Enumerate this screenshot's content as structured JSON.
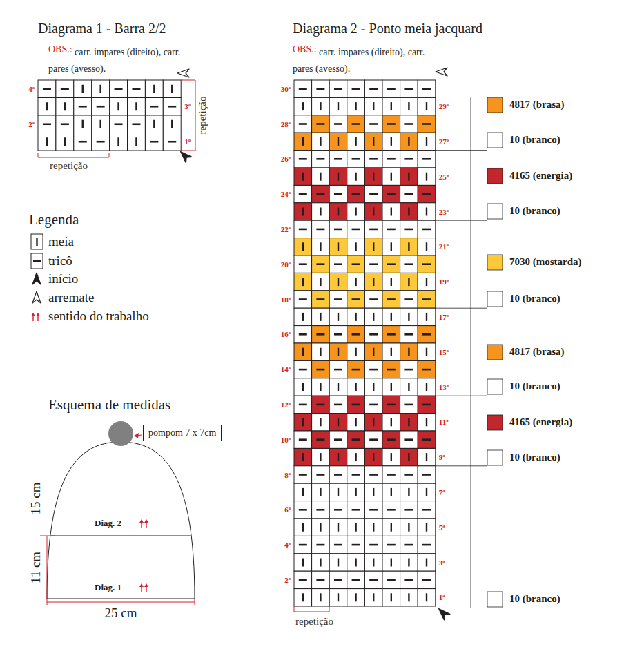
{
  "diagram": {
    "nodes": [
      {
        "text": [
          "pompom 7 x 7cm"
        ]
      }
    ],
    "labels": [
      "Diagrama 1 - Barra 2/2",
      "OBS.:",
      "carr. impares (direito), carr. pares (avesso).",
      "4ª",
      "3ª",
      "2ª",
      "1ª",
      "repetição",
      "repetição",
      "Legenda",
      "Esquema de medidas",
      "15 cm",
      "11 cm",
      "Diag. 2",
      "Diag. 1",
      "25 cm",
      "Diagrama 2 - Ponto meia jacquard",
      "OBS.:",
      "carr. impares (direito), carr. pares (avesso).",
      "30ª",
      "29ª",
      "28ª",
      "27ª",
      "26ª",
      "25ª",
      "24ª",
      "23ª",
      "22ª",
      "21ª",
      "20ª",
      "19ª",
      "18ª",
      "17ª",
      "16ª",
      "15ª",
      "14ª",
      "13ª",
      "12ª",
      "11ª",
      "10ª",
      "9ª",
      "8ª",
      "7ª",
      "6ª",
      "5ª",
      "4ª",
      "3ª",
      "2ª",
      "1ª",
      "repetição"
    ],
    "legend": [
      {
        "text": "meia"
      },
      {
        "text": "tricô"
      },
      {
        "text": "início"
      },
      {
        "text": "arremate"
      },
      {
        "text": "sentido do trabalho"
      },
      {
        "text": "4817 (brasa)",
        "color": "#f7941d"
      },
      {
        "text": "10 (branco)",
        "color": "#ffffff"
      },
      {
        "text": "4165 (energia)",
        "color": "#c1272d"
      },
      {
        "text": "10 (branco)",
        "color": "#ffffff"
      },
      {
        "text": "7030 (mostarda)",
        "color": "#fdc93b"
      },
      {
        "text": "10 (branco)",
        "color": "#ffffff"
      },
      {
        "text": "4817 (brasa)",
        "color": "#f7941d"
      },
      {
        "text": "10 (branco)",
        "color": "#ffffff"
      },
      {
        "text": "4165 (energia)",
        "color": "#c1272d"
      },
      {
        "text": "10 (branco)",
        "color": "#ffffff"
      },
      {
        "text": "10 (branco)",
        "color": "#ffffff"
      }
    ]
  }
}
